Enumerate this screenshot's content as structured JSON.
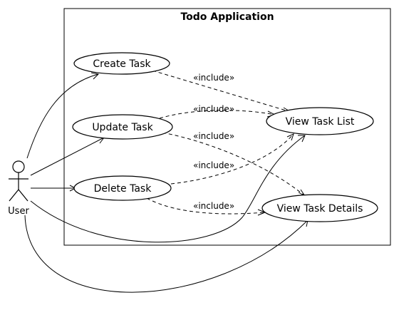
{
  "system": {
    "title": "Todo Application"
  },
  "actor": {
    "name": "User"
  },
  "use_cases": [
    {
      "id": "create",
      "label": "Create Task"
    },
    {
      "id": "update",
      "label": "Update Task"
    },
    {
      "id": "delete",
      "label": "Delete Task"
    },
    {
      "id": "list",
      "label": "View Task List"
    },
    {
      "id": "details",
      "label": "View Task Details"
    }
  ],
  "associations": [
    {
      "from": "User",
      "to": "create"
    },
    {
      "from": "User",
      "to": "update"
    },
    {
      "from": "User",
      "to": "delete"
    },
    {
      "from": "User",
      "to": "list"
    },
    {
      "from": "User",
      "to": "details"
    }
  ],
  "includes": [
    {
      "from": "create",
      "to": "list",
      "label": "«include»"
    },
    {
      "from": "update",
      "to": "list",
      "label": "«include»"
    },
    {
      "from": "update",
      "to": "details",
      "label": "«include»"
    },
    {
      "from": "delete",
      "to": "list",
      "label": "«include»"
    },
    {
      "from": "delete",
      "to": "details",
      "label": "«include»"
    }
  ]
}
